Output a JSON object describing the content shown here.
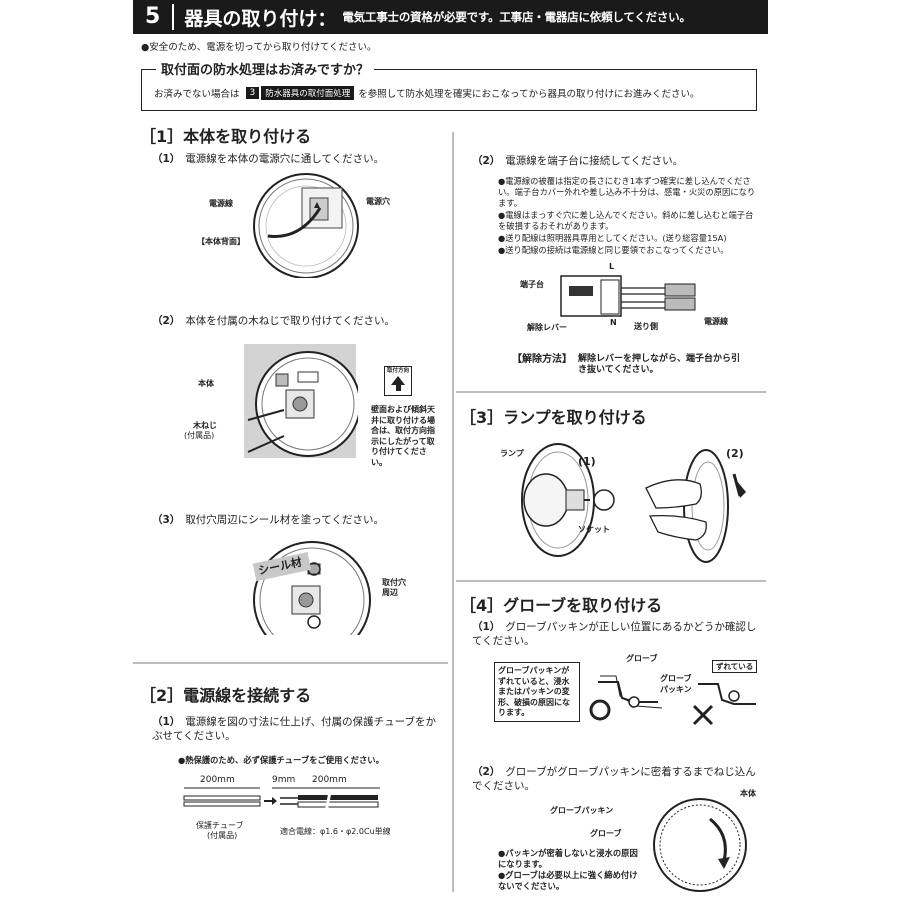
{
  "header": {
    "num": "5",
    "title": "器具の取り付け：",
    "subtitle": "電気工事士の資格が必要です。工事店・電器店に依頼してください。"
  },
  "safety": "●安全のため、電源を切ってから取り付けてください。",
  "notice": {
    "title": "取付面の防水処理はお済みですか？",
    "pre": "お済みでない場合は",
    "tag_num": "3",
    "tag_text": "防水器具の取付面処理",
    "post": "を参照して防水処理を確実におこなってから器具の取り付けにお進みください。"
  },
  "s1": {
    "title": "［1］本体を取り付ける",
    "step1_n": "（1）",
    "step1": "電源線を本体の電源穴に通してください。",
    "lbl_wire": "電源線",
    "lbl_hole": "電源穴",
    "lbl_back": "【本体背面】",
    "step2_n": "（2）",
    "step2": "本体を付属の木ねじで取り付けてください。",
    "lbl_body": "本体",
    "lbl_screw": "木ねじ",
    "lbl_screw_note": "(付属品)",
    "lbl_dir": "取付方向",
    "note_incline": "壁面および傾斜天井に取り付ける場合は、取付方向指示にしたがって取り付けてください。",
    "step3_n": "（3）",
    "step3": "取付穴周辺にシール材を塗ってください。",
    "lbl_seal": "シール材",
    "lbl_hole_around": "取付穴周辺"
  },
  "s2": {
    "title": "［2］電源線を接続する",
    "step1_n": "（1）",
    "step1": "電源線を図の寸法に仕上げ、付属の保護チューブをかぶせてください。",
    "bullet": "●熱保護のため、必ず保護チューブをご使用ください。",
    "dim_200a": "200mm",
    "dim_9": "9mm",
    "dim_200b": "200mm",
    "lbl_tube": "保護チューブ",
    "lbl_tube_note": "(付属品)",
    "lbl_fit": "適合電線：φ1.6・φ2.0Cu単線",
    "step2_n": "（2）",
    "step2": "電源線を端子台に接続してください。",
    "bullets": [
      "●電源線の被覆は指定の長さにむき1本ずつ確実に差し込んでください。端子台カバー外れや差し込み不十分は、感電・火災の原因になります。",
      "●電線はまっすぐ穴に差し込んでください。斜めに差し込むと端子台を破損するおそれがあります。",
      "●送り配線は照明器具専用としてください。(送り総容量15A)",
      "●送り配線の接続は電源線と同じ要領でおこなってください。"
    ],
    "lbl_terminal": "端子台",
    "lbl_L": "L",
    "lbl_N": "N",
    "lbl_lever": "解除レバー",
    "lbl_send": "送り側",
    "lbl_wire": "電源線",
    "release_h": "【解除方法】",
    "release": "解除レバーを押しながら、端子台から引き抜いてください。"
  },
  "s3": {
    "title": "［3］ランプを取り付ける",
    "lbl_lamp": "ランプ",
    "lbl_1": "(1)",
    "lbl_2": "(2)",
    "lbl_socket": "ソケット"
  },
  "s4": {
    "title": "［4］グローブを取り付ける",
    "step1_n": "（1）",
    "step1": "グローブパッキンが正しい位置にあるかどうか確認してください。",
    "warn": "グローブパッキンがずれていると、浸水またはパッキンの変形、破損の原因になります。",
    "lbl_globe": "グローブ",
    "lbl_globe2": "グローブ",
    "lbl_packing": "パッキン",
    "lbl_zurete": "ずれている",
    "step2_n": "（2）",
    "step2": "グローブがグローブパッキンに密着するまでねじ込んでください。",
    "lbl_body": "本体",
    "lbl_packing2": "グローブパッキン",
    "lbl_globe3": "グローブ",
    "bullets": [
      "●パッキンが密着しないと浸水の原因になります。",
      "●グローブは必要以上に強く締め付けないでください。"
    ]
  }
}
